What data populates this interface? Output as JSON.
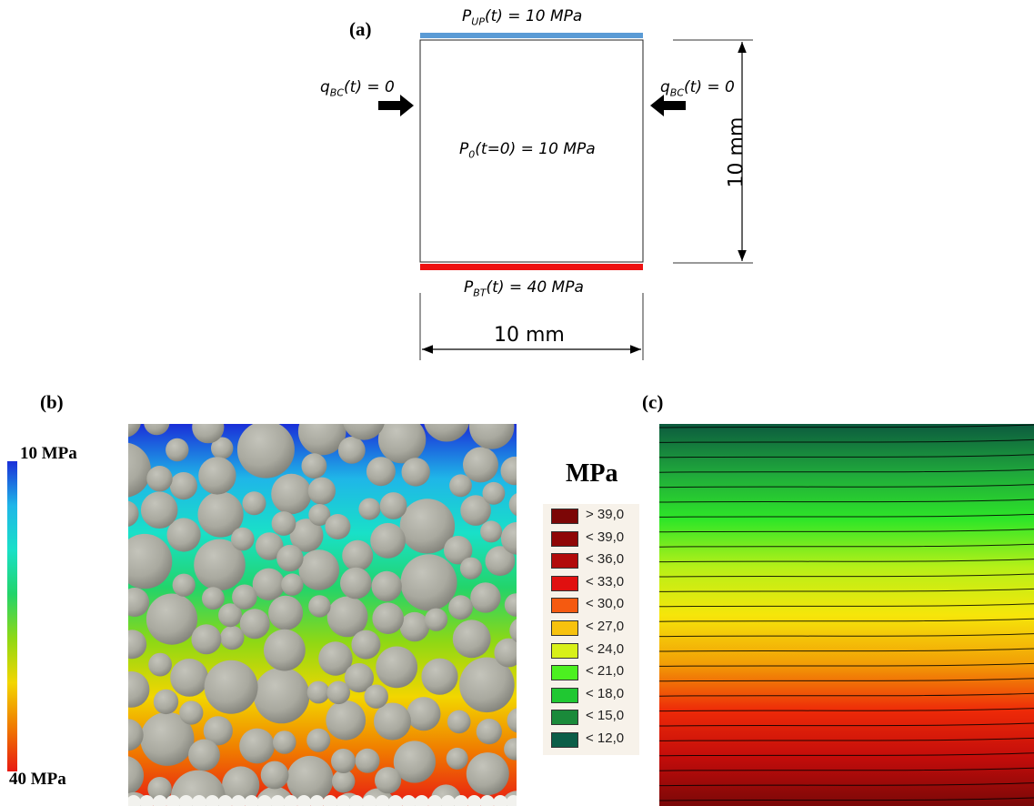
{
  "panel_a": {
    "label": "(a)",
    "top_eq": {
      "sym": "P",
      "sub": "UP",
      "rest": "(t) = 10 MPa"
    },
    "left_eq": {
      "sym": "q",
      "sub": "BC",
      "rest": "(t) = 0"
    },
    "right_eq": {
      "sym": "q",
      "sub": "BC",
      "rest": "(t) = 0"
    },
    "center_eq": {
      "sym": "P",
      "sub": "0",
      "rest": "(t=0) = 10 MPa"
    },
    "bottom_eq": {
      "sym": "P",
      "sub": "BT",
      "rest": "(t) = 40 MPa"
    },
    "width_dim": "10 mm",
    "height_dim": "10 mm",
    "colors": {
      "top_bar": "#5b9bd5",
      "bottom_bar": "#ee1111",
      "arrow": "#000000"
    }
  },
  "panel_b": {
    "label": "(b)",
    "scale_top": "10 MPa",
    "scale_bottom": "40 MPa",
    "colors": {
      "particle": "#a9a99f",
      "scale_stops": [
        "#1a2fd8",
        "#1fb6e8",
        "#19e0c8",
        "#23d46a",
        "#8fd814",
        "#f2d600",
        "#f07a00",
        "#e81a12"
      ]
    }
  },
  "legend": {
    "title": "MPa",
    "items": [
      {
        "label": "> 39,0",
        "color": "#7c0606"
      },
      {
        "label": "< 39,0",
        "color": "#8f0707"
      },
      {
        "label": "< 36,0",
        "color": "#b20b0b"
      },
      {
        "label": "< 33,0",
        "color": "#e01010"
      },
      {
        "label": "< 30,0",
        "color": "#f55a10"
      },
      {
        "label": "< 27,0",
        "color": "#f7c20e"
      },
      {
        "label": "< 24,0",
        "color": "#d8f018"
      },
      {
        "label": "< 21,0",
        "color": "#4cf020"
      },
      {
        "label": "< 18,0",
        "color": "#20c832"
      },
      {
        "label": "< 15,0",
        "color": "#1a8a3a"
      },
      {
        "label": "< 12,0",
        "color": "#0b5e48"
      }
    ]
  },
  "panel_c": {
    "label": "(c)",
    "colors": {
      "gradient": [
        "#0c5a3e",
        "#1fa63c",
        "#2ee628",
        "#b6f018",
        "#f6e60a",
        "#f2a006",
        "#ee2a08",
        "#c20c0a",
        "#7a0808"
      ],
      "contour": "#000000"
    }
  }
}
